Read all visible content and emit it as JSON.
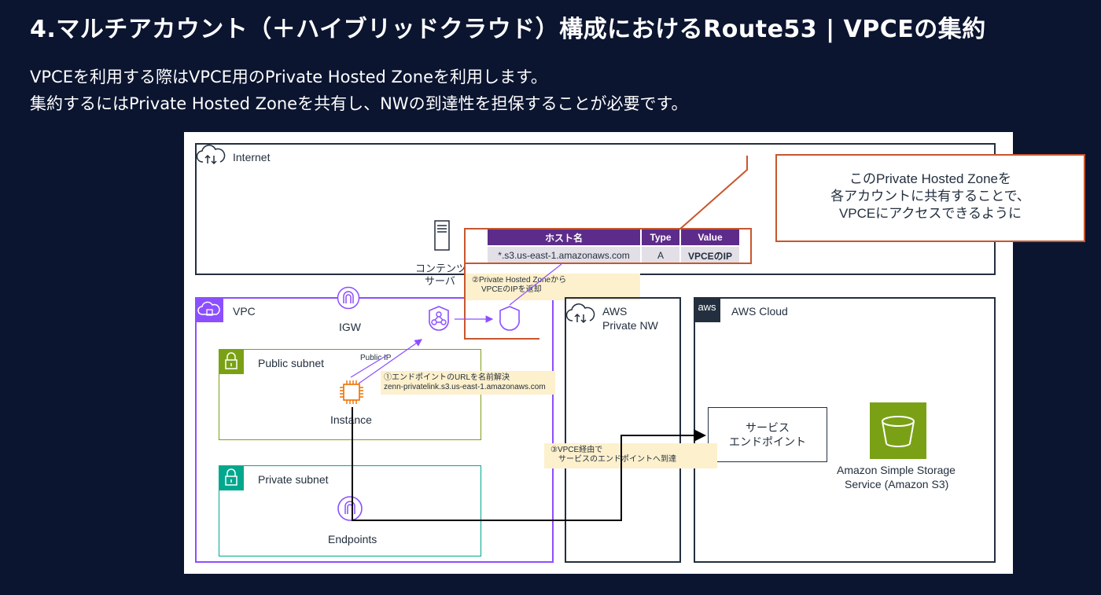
{
  "title": "4.マルチアカウント（＋ハイブリッドクラウド）構成におけるRoute53 | VPCEの集約",
  "subtitle_lines": [
    "VPCEを利用する際はVPCE用のPrivate Hosted Zoneを利用します。",
    "集約するにはPrivate Hosted Zoneを共有し、NWの到達性を担保することが必要です。"
  ],
  "diagram": {
    "internet_label": "Internet",
    "vpc_label": "VPC",
    "igw_label": "IGW",
    "public_subnet_label": "Public subnet",
    "private_subnet_label": "Private subnet",
    "instance_label": "Instance",
    "endpoints_label": "Endpoints",
    "public_ip_label": "Public IP",
    "content_server_label_1": "コンテンツ",
    "content_server_label_2": "サーバ",
    "aws_private_nw_label_1": "AWS",
    "aws_private_nw_label_2": "Private NW",
    "aws_cloud_label": "AWS Cloud",
    "aws_logo_text": "aws",
    "service_endpoint_label_1": "サービス",
    "service_endpoint_label_2": "エンドポイント",
    "s3_label_1": "Amazon Simple Storage",
    "s3_label_2": "Service (Amazon S3)",
    "note_step1_line1": "①エンドポイントのURLを名前解決",
    "note_step1_line2": "zenn-privatelink.s3.us-east-1.amazonaws.com",
    "note_step2_line1": "②Private Hosted Zoneから",
    "note_step2_line2": "VPCEのIPを返却",
    "note_step3_line1": "③VPCE経由で",
    "note_step3_line2": "サービスのエンドポイントへ到達",
    "dns_table": {
      "headers": [
        "ホスト名",
        "Type",
        "Value"
      ],
      "row": [
        "*.s3.us-east-1.amazonaws.com",
        "A",
        "VPCEのIP"
      ]
    },
    "callout_lines": [
      "このPrivate Hosted Zoneを",
      "各アカウントに共有することで、",
      "VPCEにアクセスできるように"
    ]
  },
  "colors": {
    "background": "#0b1530",
    "vpc_purple": "#8c4fff",
    "public_subnet_green": "#7aa116",
    "private_subnet_teal": "#01a88d",
    "instance_orange": "#ed7100",
    "s3_green": "#7aa116",
    "highlight_red": "#c8562e",
    "note_yellow": "#fdf0cc"
  }
}
